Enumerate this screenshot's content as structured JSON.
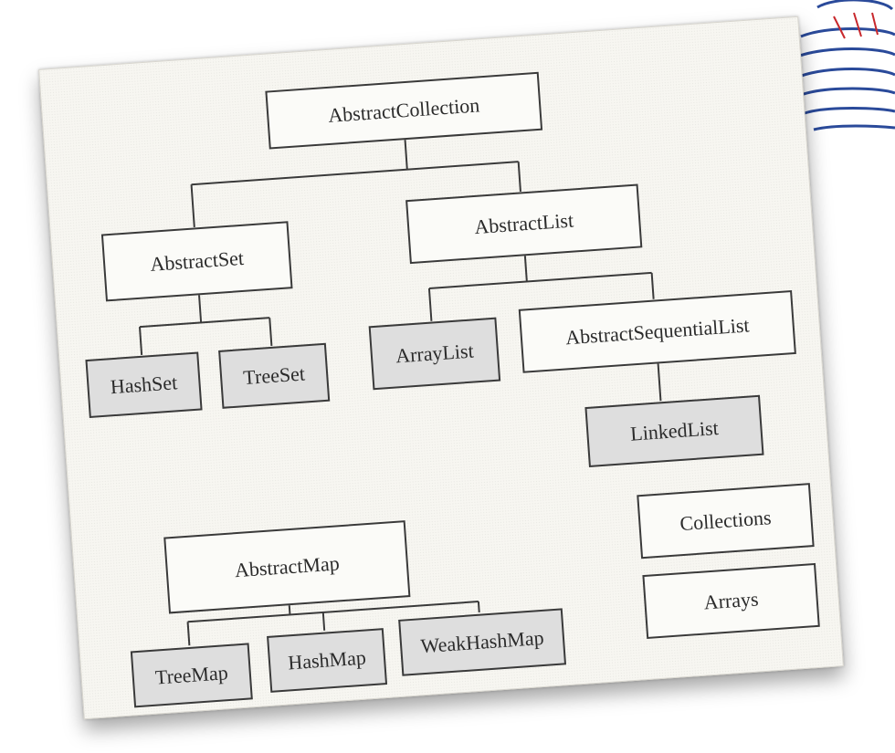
{
  "diagram": {
    "nodes": [
      {
        "id": "abstract-collection",
        "label": "AbstractCollection",
        "kind": "abstract"
      },
      {
        "id": "abstract-set",
        "label": "AbstractSet",
        "kind": "abstract"
      },
      {
        "id": "abstract-list",
        "label": "AbstractList",
        "kind": "abstract"
      },
      {
        "id": "hash-set",
        "label": "HashSet",
        "kind": "concrete"
      },
      {
        "id": "tree-set",
        "label": "TreeSet",
        "kind": "concrete"
      },
      {
        "id": "array-list",
        "label": "ArrayList",
        "kind": "concrete"
      },
      {
        "id": "abstract-sequential-list",
        "label": "AbstractSequentialList",
        "kind": "abstract"
      },
      {
        "id": "linked-list",
        "label": "LinkedList",
        "kind": "concrete"
      },
      {
        "id": "abstract-map",
        "label": "AbstractMap",
        "kind": "abstract"
      },
      {
        "id": "tree-map",
        "label": "TreeMap",
        "kind": "concrete"
      },
      {
        "id": "hash-map",
        "label": "HashMap",
        "kind": "concrete"
      },
      {
        "id": "weak-hash-map",
        "label": "WeakHashMap",
        "kind": "concrete"
      },
      {
        "id": "collections",
        "label": "Collections",
        "kind": "abstract"
      },
      {
        "id": "arrays",
        "label": "Arrays",
        "kind": "abstract"
      }
    ],
    "edges": [
      {
        "from": "abstract-collection",
        "to": "abstract-set"
      },
      {
        "from": "abstract-collection",
        "to": "abstract-list"
      },
      {
        "from": "abstract-set",
        "to": "hash-set"
      },
      {
        "from": "abstract-set",
        "to": "tree-set"
      },
      {
        "from": "abstract-list",
        "to": "array-list"
      },
      {
        "from": "abstract-list",
        "to": "abstract-sequential-list"
      },
      {
        "from": "abstract-sequential-list",
        "to": "linked-list"
      },
      {
        "from": "abstract-map",
        "to": "tree-map"
      },
      {
        "from": "abstract-map",
        "to": "hash-map"
      },
      {
        "from": "abstract-map",
        "to": "weak-hash-map"
      }
    ]
  },
  "colors": {
    "concrete_fill": "#dedede",
    "abstract_fill": "#fbfbf8",
    "line": "#3a3a3a",
    "logo": "#2a4a9a",
    "logo_accent": "#c8282c"
  },
  "logo_icon": "java-coffee-cup-icon"
}
